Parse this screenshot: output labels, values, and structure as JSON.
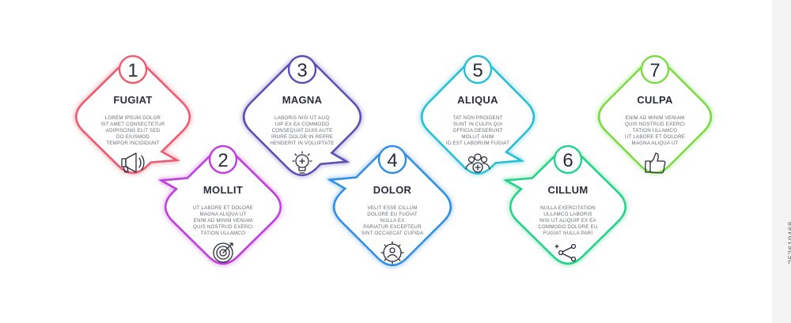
{
  "side_text": "252619468",
  "steps": [
    {
      "number": "1",
      "title": "FUGIAT",
      "color": "#ee5a6f",
      "lines": [
        "LOREM IPSUM DOLOR",
        "SIT AMET CONSECTETUR",
        "ADIPISCING ELIT SED",
        "DO EIUSMOD",
        "TEMPOR INCIDIDUNT"
      ],
      "icon": "megaphone-icon"
    },
    {
      "number": "2",
      "title": "MOLLIT",
      "color": "#c03de0",
      "lines": [
        "UT LABORE ET DOLORE",
        "MAGNA ALIQUA UT",
        "ENIM AD MINIM VENIAM",
        "QUIS NOSTRUD EXERCI",
        "TATION ULLAMCO"
      ],
      "icon": "target-icon"
    },
    {
      "number": "3",
      "title": "MAGNA",
      "color": "#5b4fb5",
      "lines": [
        "LABORIS NISI UT ALIQ",
        "UIP EX EA COMMODO",
        "CONSEQUAT DUIS AUTE",
        "IRURE DOLOR IN REPRE",
        "HENDERIT IN VOLUPTATE"
      ],
      "icon": "lightbulb-icon"
    },
    {
      "number": "4",
      "title": "DOLOR",
      "color": "#2f8fe6",
      "lines": [
        "VELIT ESSE CILLUM",
        "DOLORE EU FUGIAT",
        "NULLA EX",
        "PARIATUR EXCEPTEUR",
        "SINT OCCAECAT CUPIDA"
      ],
      "icon": "gear-person-icon"
    },
    {
      "number": "5",
      "title": "ALIQUA",
      "color": "#22c1d6",
      "lines": [
        "TAT NON PROIDENT",
        "SUNT IN CULPA QUI",
        "OFFICIA DESERUNT",
        "MOLLIT ANIM",
        "ID EST LABORUM FUGIAT"
      ],
      "icon": "group-add-icon"
    },
    {
      "number": "6",
      "title": "CILLUM",
      "color": "#22d38a",
      "lines": [
        "NULLA EXERCITATION",
        "ULLAMCO LABORIS",
        "NISI UT ALIQUIP EX EA",
        "COMMODO DOLORE EU",
        "FUGIAT NULLA PARI"
      ],
      "icon": "share-icon"
    },
    {
      "number": "7",
      "title": "CULPA",
      "color": "#7bdb43",
      "lines": [
        "ENIM AD MINIM VENIAM",
        "QUIS NOSTRUD EXERCI",
        "TATION ULLAMCO",
        "UT LABORE ET DOLORE",
        "MAGNA ALIQUA UT"
      ],
      "icon": "thumbs-up-icon"
    }
  ]
}
